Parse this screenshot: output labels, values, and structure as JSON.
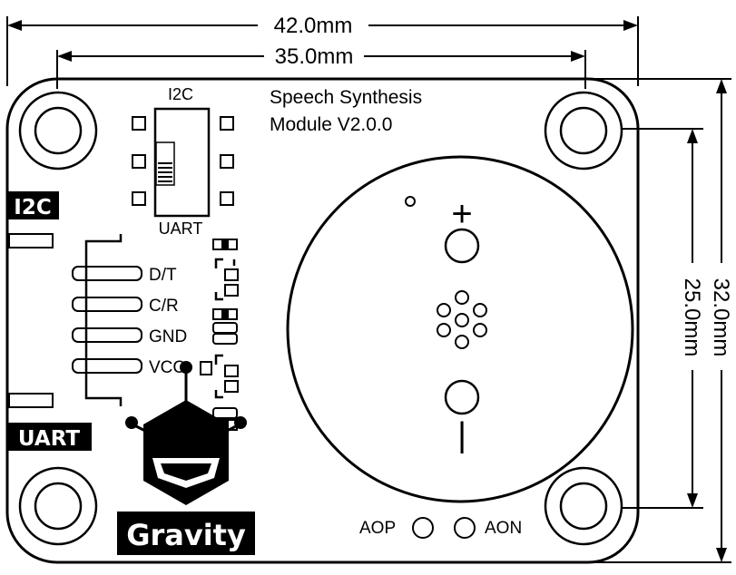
{
  "dimensions": {
    "width_outer": "42.0mm",
    "width_holes": "35.0mm",
    "height_outer": "32.0mm",
    "height_holes": "25.0mm"
  },
  "board": {
    "title_line1": "Speech Synthesis",
    "title_line2": "Module V2.0.0"
  },
  "switch": {
    "top_label": "I2C",
    "bottom_label": "UART"
  },
  "badges": {
    "i2c": "I2C",
    "uart": "UART"
  },
  "pins": [
    "D/T",
    "C/R",
    "GND",
    "VCC"
  ],
  "speaker": {
    "plus": "+",
    "minus": "|"
  },
  "outputs": {
    "aop": "AOP",
    "aon": "AON"
  },
  "brand": {
    "name": "Gravity",
    "logo_icon": "gravity-robot-icon"
  },
  "colors": {
    "line": "#000000",
    "background": "#ffffff",
    "badge_text": "#ffffff"
  }
}
